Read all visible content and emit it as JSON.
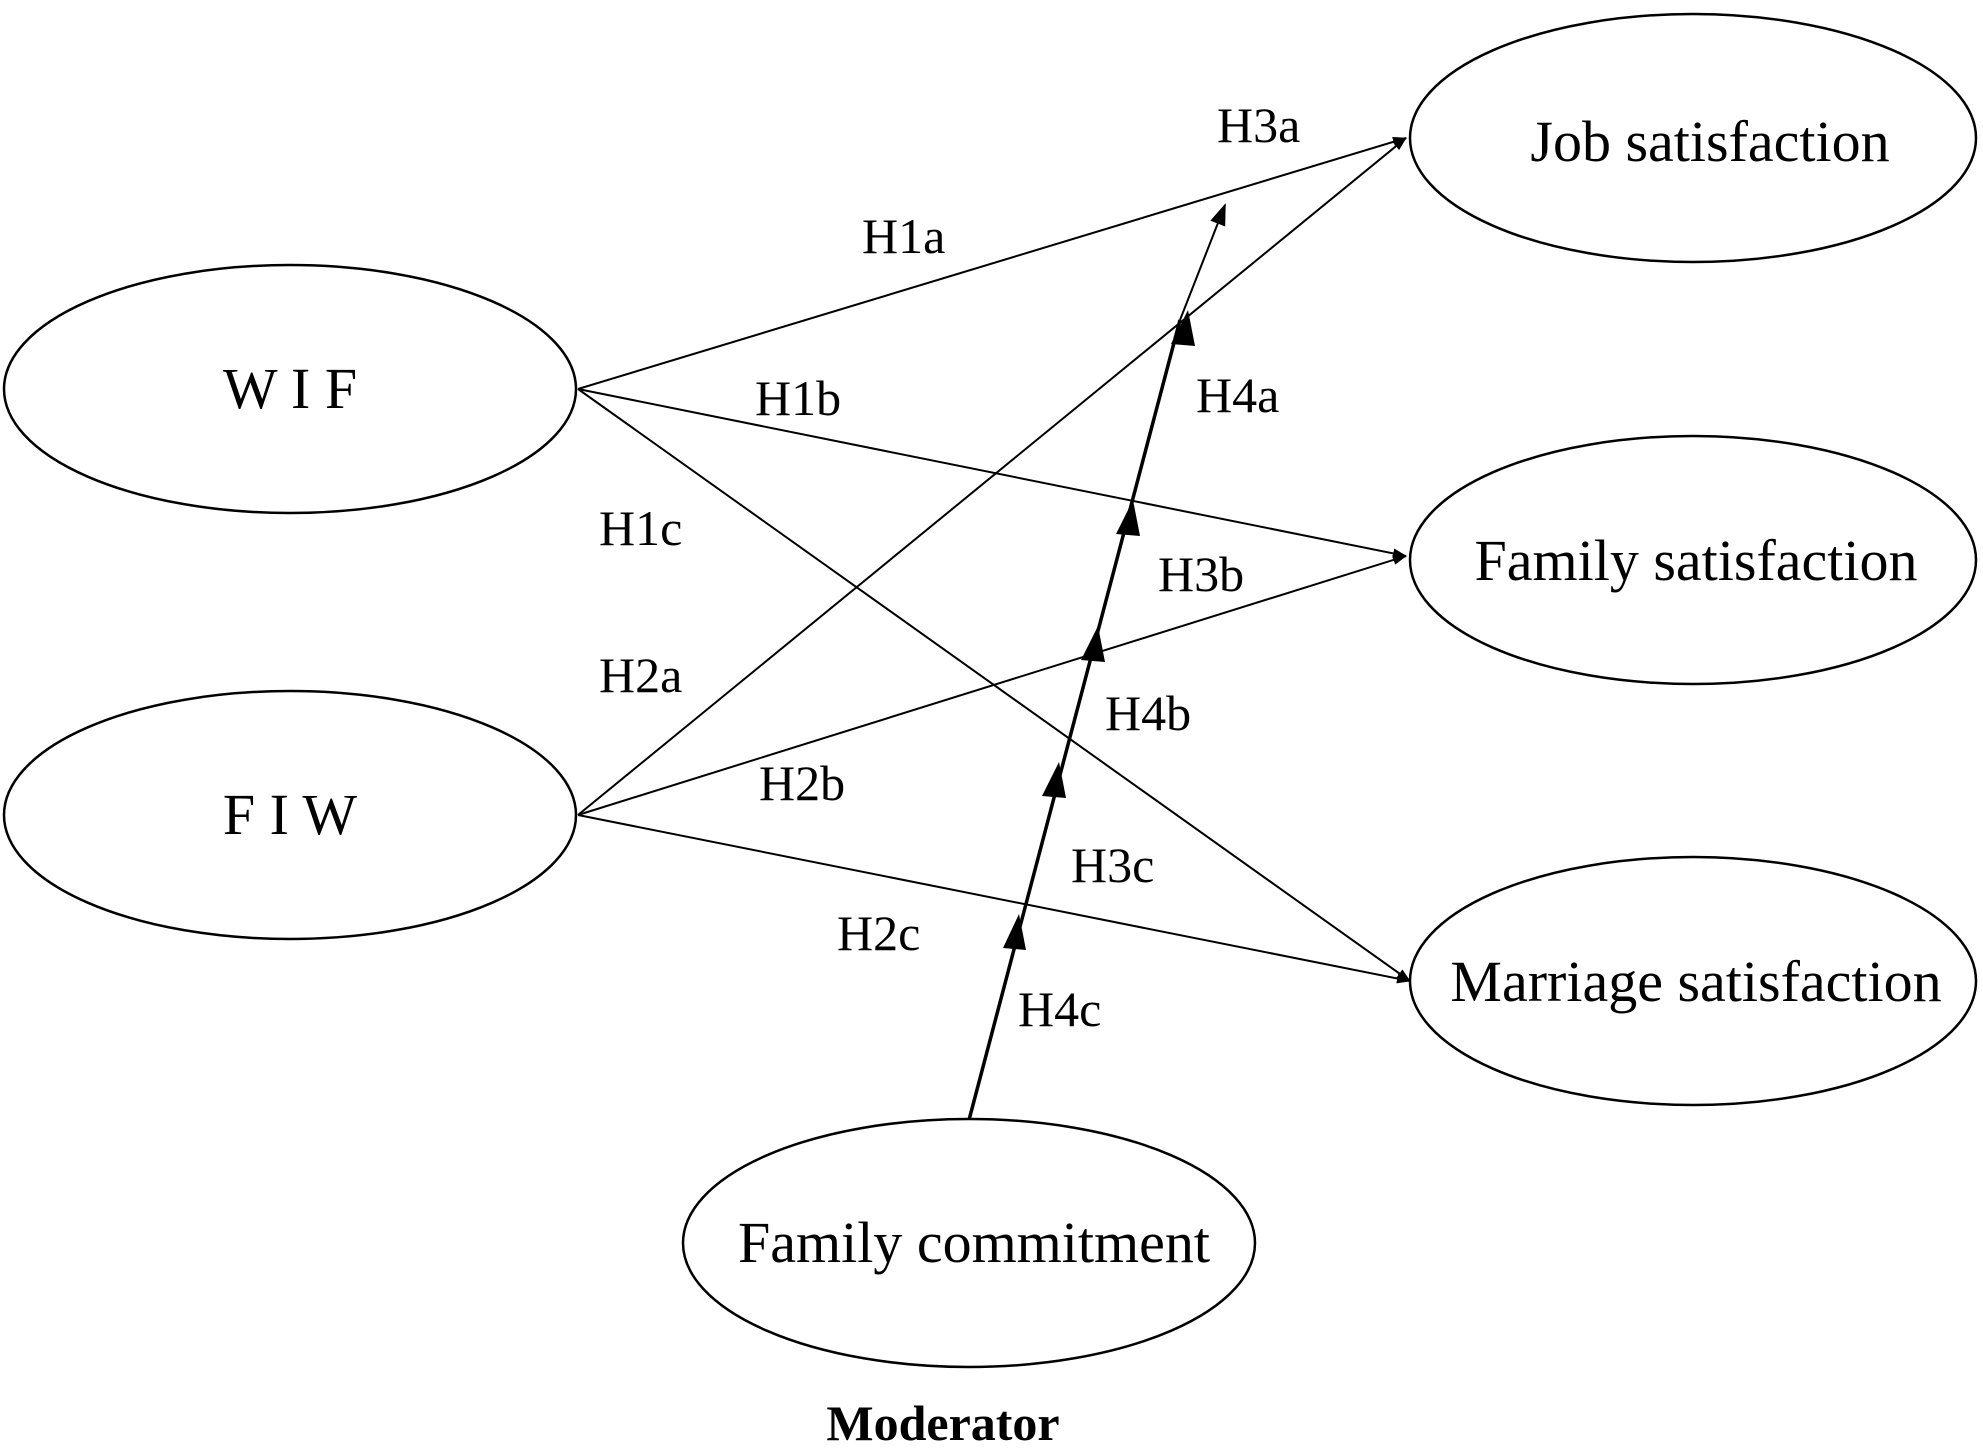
{
  "nodes": {
    "wif": "W I F",
    "fiw": "F I W",
    "job": "Job satisfaction",
    "family": "Family satisfaction",
    "marriage": "Marriage satisfaction",
    "commitment": "Family commitment"
  },
  "edges": [
    {
      "id": "h1a",
      "from": "W I F",
      "to": "Job satisfaction",
      "label": "H1a"
    },
    {
      "id": "h1b",
      "from": "W I F",
      "to": "Family satisfaction",
      "label": "H1b"
    },
    {
      "id": "h1c",
      "from": "W I F",
      "to": "Marriage satisfaction",
      "label": "H1c"
    },
    {
      "id": "h2a",
      "from": "F I W",
      "to": "Job satisfaction",
      "label": "H2a"
    },
    {
      "id": "h2b",
      "from": "F I W",
      "to": "Family satisfaction",
      "label": "H2b"
    },
    {
      "id": "h2c",
      "from": "F I W",
      "to": "Marriage satisfaction",
      "label": "H2c"
    }
  ],
  "moderation_labels": {
    "h3a": "H3a",
    "h3b": "H3b",
    "h3c": "H3c",
    "h4a": "H4a",
    "h4b": "H4b",
    "h4c": "H4c"
  },
  "footer": "Moderator",
  "colors": {
    "stroke": "#000000",
    "background": "#ffffff"
  }
}
